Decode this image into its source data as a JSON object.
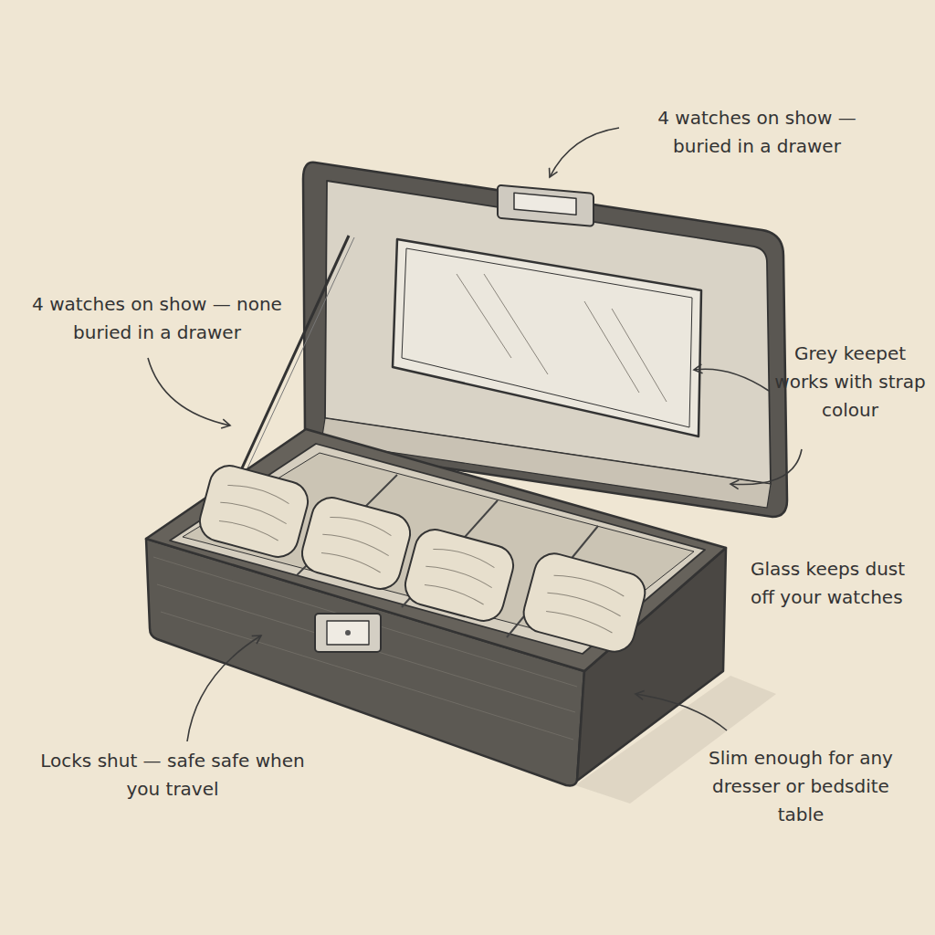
{
  "diagram": {
    "labels": [
      "4 watches on show — buried in a drawer",
      "4 watches on show — none buried in a drawer",
      "Grey keepet works with strap colour",
      "Glass keeps dust off your watches",
      "Locks shut — safe safe when you travel",
      "Slim enough for any dresser or bedsdite table"
    ]
  }
}
